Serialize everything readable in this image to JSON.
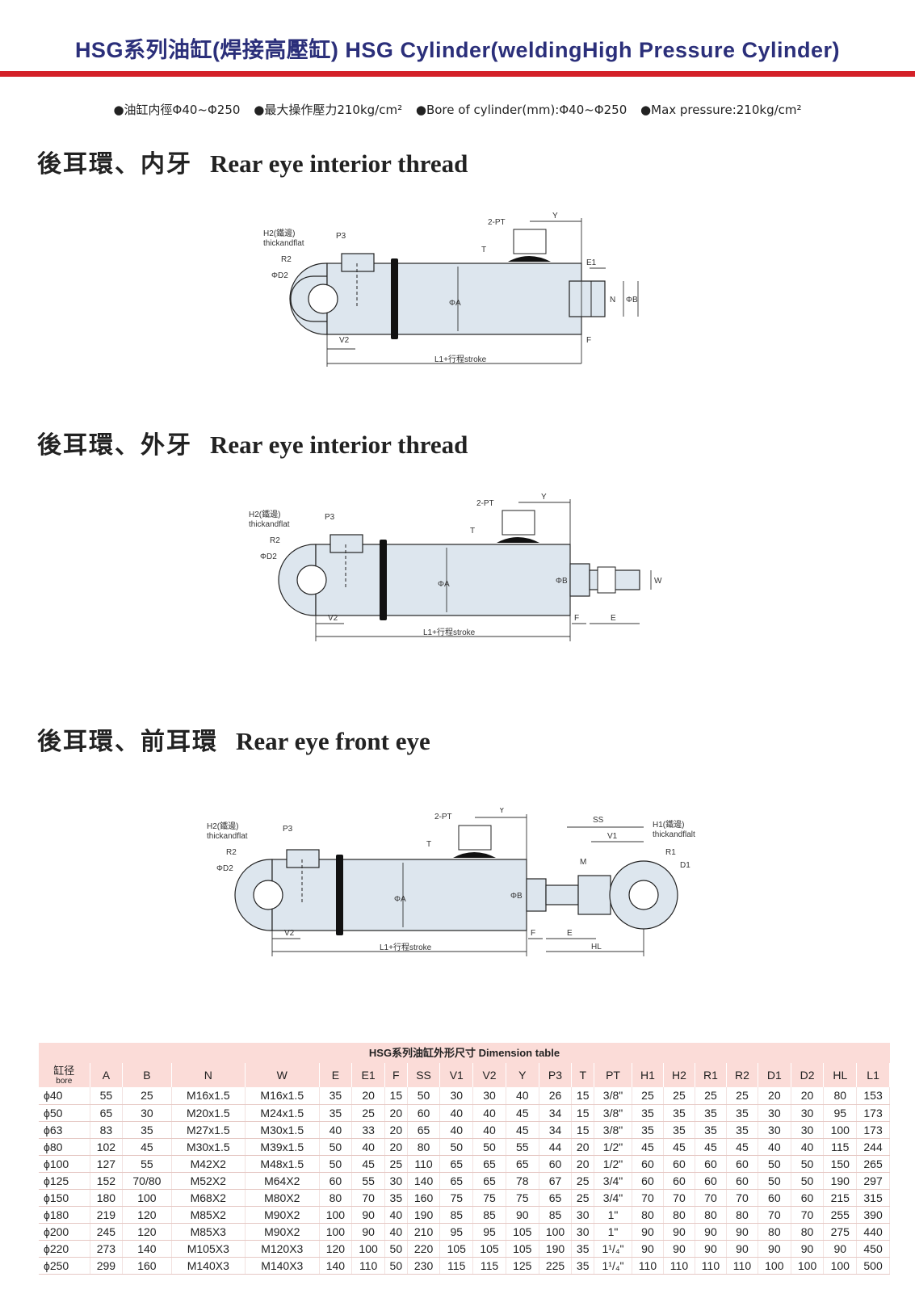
{
  "header": {
    "title": "HSG系列油缸(焊接高壓缸) HSG Cylinder(weldingHigh Pressure Cylinder)",
    "accent_color": "#d42128",
    "title_color": "#2b2f7a"
  },
  "specs": [
    "●油缸内徑Φ40~Φ250",
    "●最大操作壓力210kg/cm²",
    "●Bore of cylinder(mm):Φ40~Φ250",
    "●Max pressure:210kg/cm²"
  ],
  "sections": [
    {
      "title_zh": "後耳環、内牙",
      "title_en": "Rear eye interior thread"
    },
    {
      "title_zh": "後耳環、外牙",
      "title_en": "Rear eye interior thread"
    },
    {
      "title_zh": "後耳環、前耳環",
      "title_en": "Rear eye front eye"
    }
  ],
  "diagram_labels": {
    "h2": "H2(鐵邊)",
    "h2b": "thickandflat",
    "h1": "H1(鐵邊)",
    "h1b": "thickandflalt",
    "p3": "P3",
    "r2": "R2",
    "d2": "ΦD2",
    "r1": "R1",
    "d1": "D1",
    "pt": "2-PT",
    "y": "Y",
    "t": "T",
    "e1": "E1",
    "n": "N",
    "b": "ΦB",
    "a": "ΦA",
    "v2": "V2",
    "v1": "V1",
    "f": "F",
    "e": "E",
    "w": "W",
    "ss": "SS",
    "m": "M",
    "hl": "HL",
    "l1": "L1+行程stroke"
  },
  "table": {
    "title": "HSG系列油缸外形尺寸 Dimension table",
    "bore_header_zh": "缸径",
    "bore_header_en": "bore",
    "columns": [
      "A",
      "B",
      "N",
      "W",
      "E",
      "E1",
      "F",
      "SS",
      "V1",
      "V2",
      "Y",
      "P3",
      "T",
      "PT",
      "H1",
      "H2",
      "R1",
      "R2",
      "D1",
      "D2",
      "HL",
      "L1"
    ],
    "rows": [
      [
        "ϕ40",
        "55",
        "25",
        "M16x1.5",
        "M16x1.5",
        "35",
        "20",
        "15",
        "50",
        "30",
        "30",
        "40",
        "26",
        "15",
        "3/8\"",
        "25",
        "25",
        "25",
        "25",
        "20",
        "20",
        "80",
        "153"
      ],
      [
        "ϕ50",
        "65",
        "30",
        "M20x1.5",
        "M24x1.5",
        "35",
        "25",
        "20",
        "60",
        "40",
        "40",
        "45",
        "34",
        "15",
        "3/8\"",
        "35",
        "35",
        "35",
        "35",
        "30",
        "30",
        "95",
        "173"
      ],
      [
        "ϕ63",
        "83",
        "35",
        "M27x1.5",
        "M30x1.5",
        "40",
        "33",
        "20",
        "65",
        "40",
        "40",
        "45",
        "34",
        "15",
        "3/8\"",
        "35",
        "35",
        "35",
        "35",
        "30",
        "30",
        "100",
        "173"
      ],
      [
        "ϕ80",
        "102",
        "45",
        "M30x1.5",
        "M39x1.5",
        "50",
        "40",
        "20",
        "80",
        "50",
        "50",
        "55",
        "44",
        "20",
        "1/2\"",
        "45",
        "45",
        "45",
        "45",
        "40",
        "40",
        "115",
        "244"
      ],
      [
        "ϕ100",
        "127",
        "55",
        "M42X2",
        "M48x1.5",
        "50",
        "45",
        "25",
        "110",
        "65",
        "65",
        "65",
        "60",
        "20",
        "1/2\"",
        "60",
        "60",
        "60",
        "60",
        "50",
        "50",
        "150",
        "265"
      ],
      [
        "ϕ125",
        "152",
        "70/80",
        "M52X2",
        "M64X2",
        "60",
        "55",
        "30",
        "140",
        "65",
        "65",
        "78",
        "67",
        "25",
        "3/4\"",
        "60",
        "60",
        "60",
        "60",
        "50",
        "50",
        "190",
        "297"
      ],
      [
        "ϕ150",
        "180",
        "100",
        "M68X2",
        "M80X2",
        "80",
        "70",
        "35",
        "160",
        "75",
        "75",
        "75",
        "65",
        "25",
        "3/4\"",
        "70",
        "70",
        "70",
        "70",
        "60",
        "60",
        "215",
        "315"
      ],
      [
        "ϕ180",
        "219",
        "120",
        "M85X2",
        "M90X2",
        "100",
        "90",
        "40",
        "190",
        "85",
        "85",
        "90",
        "85",
        "30",
        "1\"",
        "80",
        "80",
        "80",
        "80",
        "70",
        "70",
        "255",
        "390"
      ],
      [
        "ϕ200",
        "245",
        "120",
        "M85X3",
        "M90X2",
        "100",
        "90",
        "40",
        "210",
        "95",
        "95",
        "105",
        "100",
        "30",
        "1\"",
        "90",
        "90",
        "90",
        "90",
        "80",
        "80",
        "275",
        "440"
      ],
      [
        "ϕ220",
        "273",
        "140",
        "M105X3",
        "M120X3",
        "120",
        "100",
        "50",
        "220",
        "105",
        "105",
        "105",
        "190",
        "35",
        "1¹/₄\"",
        "90",
        "90",
        "90",
        "90",
        "90",
        "90",
        "90",
        "450"
      ],
      [
        "ϕ250",
        "299",
        "160",
        "M140X3",
        "M140X3",
        "140",
        "110",
        "50",
        "230",
        "115",
        "115",
        "125",
        "225",
        "35",
        "1¹/₄\"",
        "110",
        "110",
        "110",
        "110",
        "100",
        "100",
        "100",
        "500"
      ]
    ]
  }
}
